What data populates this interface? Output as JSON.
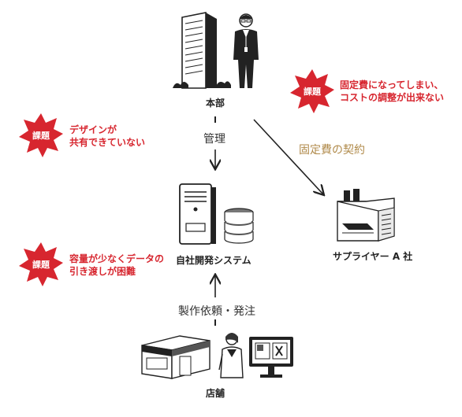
{
  "nodes": {
    "hq": "本部",
    "system": "自社開発システム",
    "supplier": "サプライヤー A 社",
    "store": "店舗"
  },
  "edges": {
    "manage": "管理",
    "order": "製作依頼・発注",
    "contract": "固定費の契約"
  },
  "issues": [
    {
      "badge": "課題",
      "lines": [
        "固定費になってしまい、",
        "コストの調整が出来ない"
      ]
    },
    {
      "badge": "課題",
      "lines": [
        "デザインが",
        "共有できていない"
      ]
    },
    {
      "badge": "課題",
      "lines": [
        "容量が少なくデータの",
        "引き渡しが困難"
      ]
    }
  ],
  "colors": {
    "issue_red": "#d7262f",
    "contract_gold": "#b08a4a",
    "line": "#222222"
  }
}
